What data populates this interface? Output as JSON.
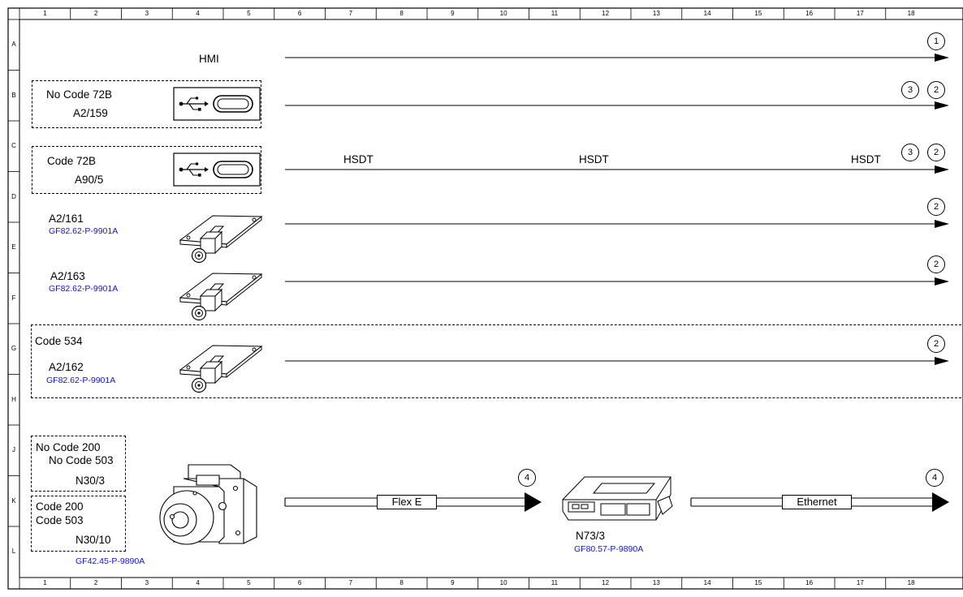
{
  "columns": [
    "1",
    "2",
    "3",
    "4",
    "5",
    "6",
    "7",
    "8",
    "9",
    "10",
    "11",
    "12",
    "13",
    "14",
    "15",
    "16",
    "17",
    "18"
  ],
  "rows": [
    "A",
    "B",
    "C",
    "D",
    "E",
    "F",
    "G",
    "H",
    "J",
    "K",
    "L"
  ],
  "hmi_label": "HMI",
  "usb_box_1": {
    "code": "No Code 72B",
    "part": "A2/159"
  },
  "usb_box_2": {
    "code": "Code 72B",
    "part": "A90/5"
  },
  "hsdt_labels": [
    "HSDT",
    "HSDT",
    "HSDT"
  ],
  "antenna_1": {
    "part": "A2/161",
    "ref": "GF82.62-P-9901A"
  },
  "antenna_2": {
    "part": "A2/163",
    "ref": "GF82.62-P-9901A"
  },
  "code534_box": {
    "code": "Code 534",
    "part": "A2/162",
    "ref": "GF82.62-P-9901A"
  },
  "camera_box_1": {
    "line1": "No Code 200",
    "line2": "No Code 503",
    "part": "N30/3"
  },
  "camera_box_2": {
    "line1": "Code 200",
    "line2": "Code 503",
    "part": "N30/10"
  },
  "camera_ref": "GF42.45-P-9890A",
  "flex_label": "Flex E",
  "ethernet_label": "Ethernet",
  "gateway": {
    "part": "N73/3",
    "ref": "GF80.57-P-9890A"
  },
  "markers": [
    "1",
    "3",
    "2",
    "3",
    "2",
    "2",
    "2",
    "2",
    "4",
    "4"
  ]
}
